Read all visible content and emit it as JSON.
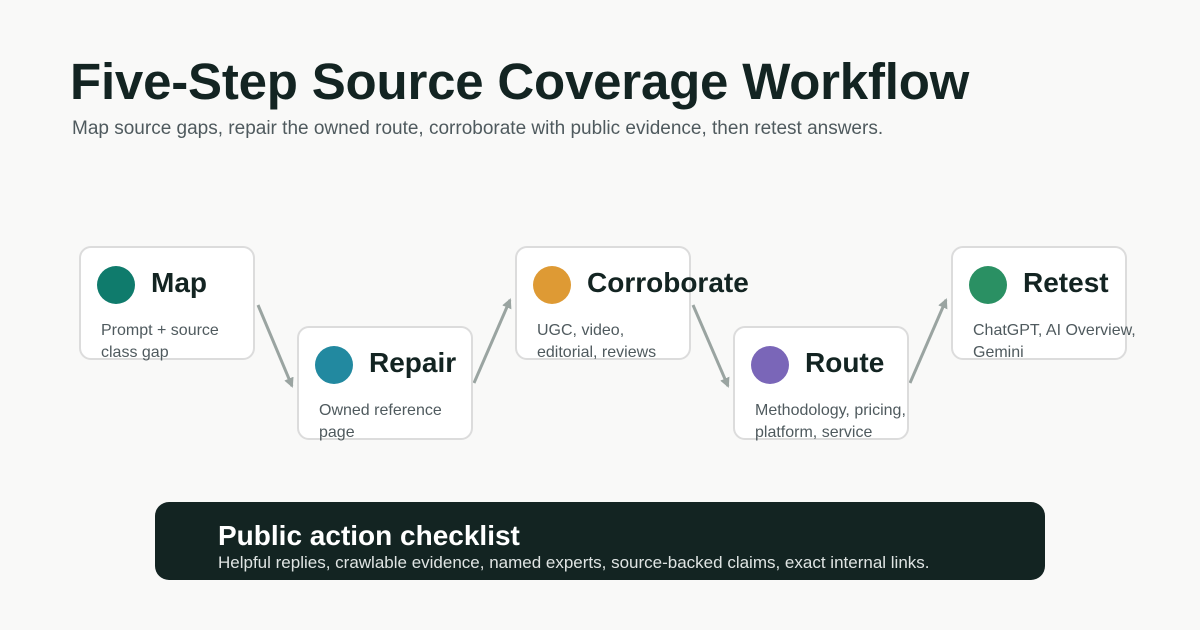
{
  "header": {
    "title": "Five-Step Source Coverage Workflow",
    "subtitle": "Map source gaps, repair the owned route, corroborate with public evidence, then retest answers."
  },
  "steps": [
    {
      "label": "Map",
      "desc": [
        "Prompt + source",
        "class gap"
      ],
      "color": "#0f7b6c"
    },
    {
      "label": "Repair",
      "desc": [
        "Owned reference",
        "page"
      ],
      "color": "#2289a0"
    },
    {
      "label": "Corroborate",
      "desc": [
        "UGC, video,",
        "editorial, reviews"
      ],
      "color": "#de9a34"
    },
    {
      "label": "Route",
      "desc": [
        "Methodology, pricing,",
        "platform, service"
      ],
      "color": "#7a66b8"
    },
    {
      "label": "Retest",
      "desc": [
        "ChatGPT, AI Overview,",
        "Gemini"
      ],
      "color": "#2a9063"
    }
  ],
  "checklist": {
    "title": "Public action checklist",
    "text": "Helpful replies, crawlable evidence, named experts, source-backed claims, exact internal links."
  },
  "colors": {
    "arrow": "#9aa4a1",
    "card_border": "#dcdcdc",
    "dark_panel": "#132422"
  }
}
